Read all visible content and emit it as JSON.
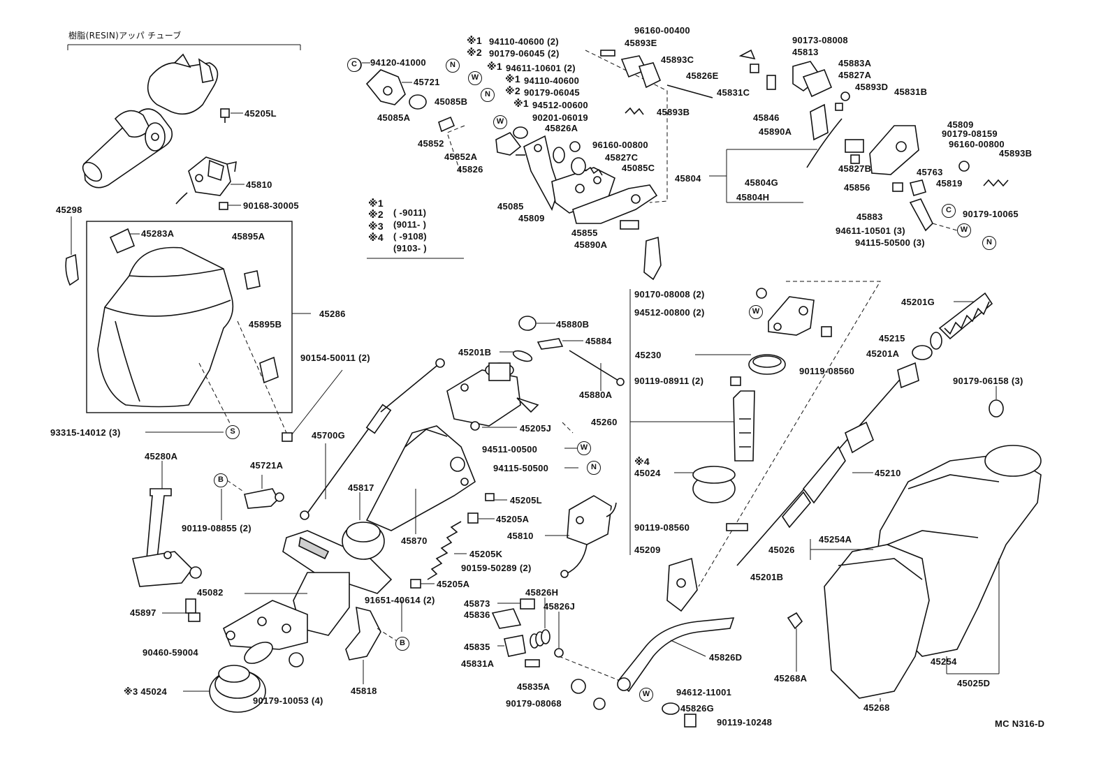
{
  "diagram": {
    "resin_title": "樹脂(RESIN)アッパ チューブ",
    "footer_code": "MC N316-D",
    "legend": [
      {
        "mark": "※1",
        "range": "(      -9011)"
      },
      {
        "mark": "※2",
        "range": "(9011-      )"
      },
      {
        "mark": "※3",
        "range": "(      -9108)"
      },
      {
        "mark": "※4",
        "range": "(9103-      )"
      }
    ],
    "symbols": {
      "washer": "W",
      "nut": "N",
      "clip": "C",
      "screw": "S",
      "bolt": "B"
    },
    "labels": {
      "p45205L_top": "45205L",
      "p45810_top": "45810",
      "p90168": "90168-30005",
      "p45298": "45298",
      "p45283A": "45283A",
      "p45895A": "45895A",
      "p45286": "45286",
      "p45895B": "45895B",
      "p90154": "90154-50011 (2)",
      "p93315": "93315-14012 (3)",
      "p45280A": "45280A",
      "p45721A": "45721A",
      "p90119_08855": "90119-08855 (2)",
      "p45082": "45082",
      "p45897": "45897",
      "p90460": "90460-59004",
      "p45024_b": "※3 45024",
      "p90179_10053": "90179-10053 (4)",
      "p45818": "45818",
      "p45700G": "45700G",
      "p45817": "45817",
      "p45870": "45870",
      "p91651": "91651-40614 (2)",
      "p94120": "94120-41000",
      "p45721": "45721",
      "p45085B": "45085B",
      "p45085A": "45085A",
      "p45852": "45852",
      "p45852A": "45852A",
      "p45826": "45826",
      "p45085": "45085",
      "p45809_mid": "45809",
      "p45855": "45855",
      "p45890A_mid": "45890A",
      "p94110_1": "94110-40600 (2)",
      "p90179_06045_1": "90179-06045 (2)",
      "p94611_10601": "94611-10601 (2)",
      "p94110_2": "94110-40600",
      "p90179_06045_2": "90179-06045",
      "p94512_00600": "94512-00600",
      "p90201": "90201-06019",
      "p45826A": "45826A",
      "p96160_00800_mid": "96160-00800",
      "p45827C": "45827C",
      "p45085C": "45085C",
      "p96160_00400": "96160-00400",
      "p45893E": "45893E",
      "p45893C": "45893C",
      "p45826E": "45826E",
      "p45831C": "45831C",
      "p45893B_mid": "45893B",
      "p90173": "90173-08008",
      "p45813": "45813",
      "p45883A": "45883A",
      "p45827A": "45827A",
      "p45893D": "45893D",
      "p45831B": "45831B",
      "p45846": "45846",
      "p45890A_r": "45890A",
      "p45809_r": "45809",
      "p90179_08159": "90179-08159",
      "p96160_00800_r": "96160-00800",
      "p45893B_r": "45893B",
      "p45804": "45804",
      "p45804G": "45804G",
      "p45804H": "45804H",
      "p45827B": "45827B",
      "p45856": "45856",
      "p45763": "45763",
      "p45819": "45819",
      "p45883": "45883",
      "p90179_10065": "90179-10065",
      "p94611_10501": "94611-10501 (3)",
      "p94115_50500_r": "94115-50500 (3)",
      "p45880B": "45880B",
      "p45884": "45884",
      "p45201B_mid": "45201B",
      "p45880A": "45880A",
      "p45205J": "45205J",
      "p94511": "94511-00500",
      "p94115_50500_m": "94115-50500",
      "p45205L_m": "45205L",
      "p45205A_1": "45205A",
      "p45810_m": "45810",
      "p45205K": "45205K",
      "p90159": "90159-50289 (2)",
      "p45205A_2": "45205A",
      "p45873": "45873",
      "p45836": "45836",
      "p45826H": "45826H",
      "p45826J": "45826J",
      "p45835": "45835",
      "p45831A": "45831A",
      "p45835A": "45835A",
      "p90179_08068": "90179-08068",
      "p45826D": "45826D",
      "p94612": "94612-11001",
      "p45826G": "45826G",
      "p90119_10248": "90119-10248",
      "p90170": "90170-08008 (2)",
      "p94512_00800": "94512-00800 (2)",
      "p45230": "45230",
      "p90119_08911": "90119-08911 (2)",
      "p90119_08560_r": "90119-08560",
      "p45260": "45260",
      "p45024_r_mark": "※4",
      "p45024_r": "45024",
      "p90119_08560_l": "90119-08560",
      "p45209": "45209",
      "p45201B_r": "45201B",
      "p45201G": "45201G",
      "p45215": "45215",
      "p45201A": "45201A",
      "p90179_06158": "90179-06158 (3)",
      "p45210": "45210",
      "p45254A": "45254A",
      "p45026": "45026",
      "p45268A": "45268A",
      "p45268": "45268",
      "p45254": "45254",
      "p45025D": "45025D"
    }
  }
}
